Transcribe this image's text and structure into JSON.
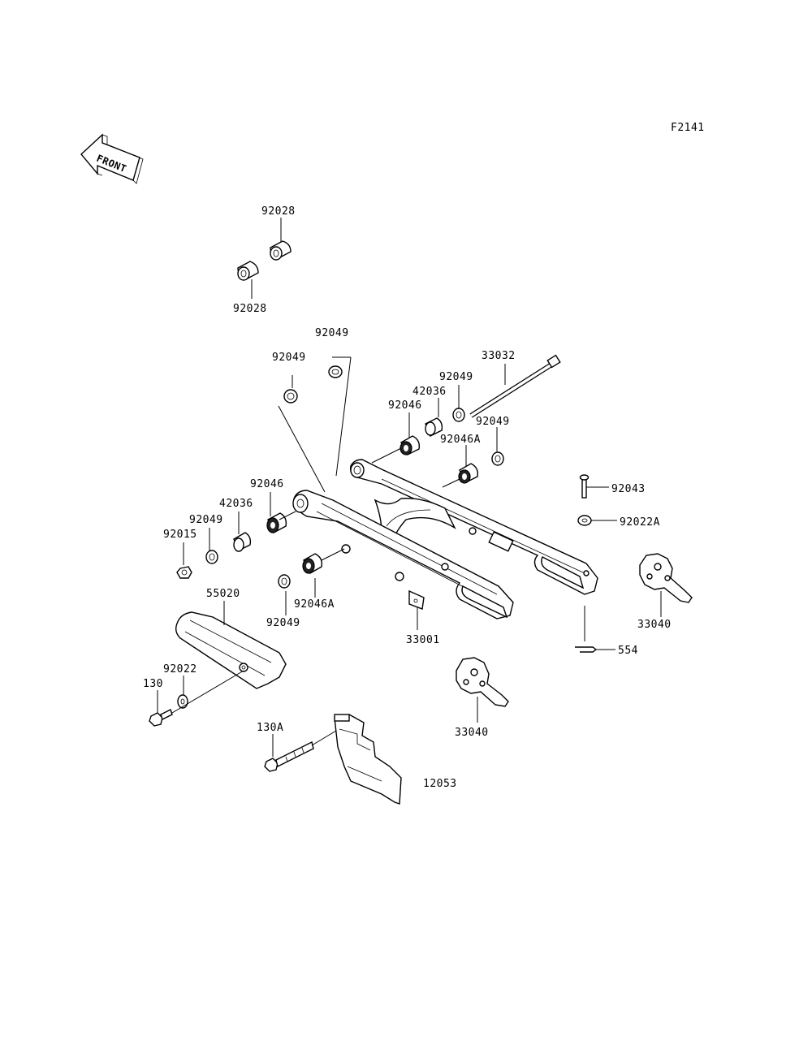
{
  "figure_code": "F2141",
  "front_label": "FRONT",
  "labels": [
    {
      "id": "l-92028-top",
      "text": "92028"
    },
    {
      "id": "l-92028-bottom",
      "text": "92028"
    },
    {
      "id": "l-92049-a",
      "text": "92049"
    },
    {
      "id": "l-92049-b",
      "text": "92049"
    },
    {
      "id": "l-33032",
      "text": "33032"
    },
    {
      "id": "l-92049-c",
      "text": "92049"
    },
    {
      "id": "l-42036-a",
      "text": "42036"
    },
    {
      "id": "l-92046-a",
      "text": "92046"
    },
    {
      "id": "l-92049-d",
      "text": "92049"
    },
    {
      "id": "l-92046A-a",
      "text": "92046A"
    },
    {
      "id": "l-92043",
      "text": "92043"
    },
    {
      "id": "l-92022A",
      "text": "92022A"
    },
    {
      "id": "l-92046-b",
      "text": "92046"
    },
    {
      "id": "l-42036-b",
      "text": "42036"
    },
    {
      "id": "l-92049-e",
      "text": "92049"
    },
    {
      "id": "l-92015",
      "text": "92015"
    },
    {
      "id": "l-55020",
      "text": "55020"
    },
    {
      "id": "l-92046A-b",
      "text": "92046A"
    },
    {
      "id": "l-92049-f",
      "text": "92049"
    },
    {
      "id": "l-33001",
      "text": "33001"
    },
    {
      "id": "l-33040-a",
      "text": "33040"
    },
    {
      "id": "l-554",
      "text": "554"
    },
    {
      "id": "l-92022",
      "text": "92022"
    },
    {
      "id": "l-130",
      "text": "130"
    },
    {
      "id": "l-33040-b",
      "text": "33040"
    },
    {
      "id": "l-130A",
      "text": "130A"
    },
    {
      "id": "l-12053",
      "text": "12053"
    }
  ]
}
